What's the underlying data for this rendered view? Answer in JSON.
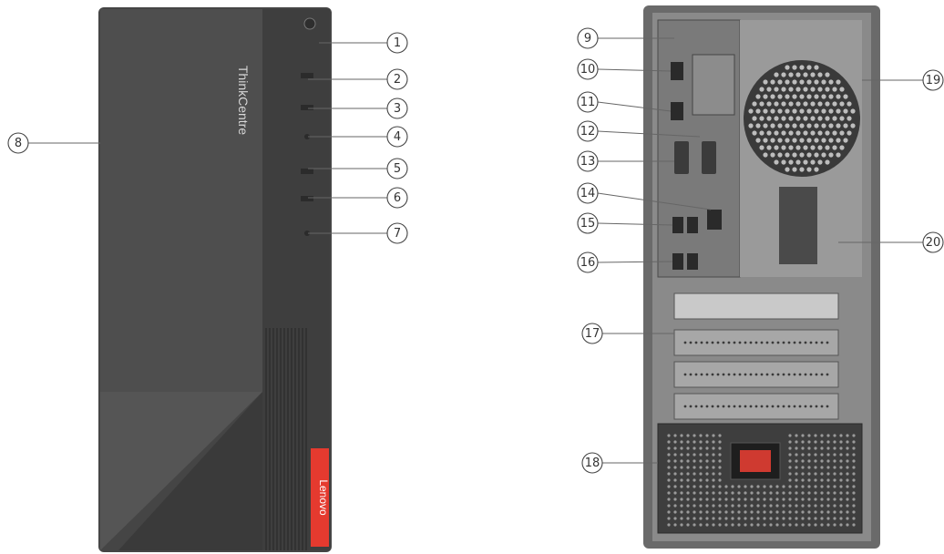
{
  "front_view": {
    "brand_text": "ThinkCentre",
    "logo_text": "Lenovo"
  },
  "callouts_front": [
    {
      "number": "1"
    },
    {
      "number": "2"
    },
    {
      "number": "3"
    },
    {
      "number": "4"
    },
    {
      "number": "5"
    },
    {
      "number": "6"
    },
    {
      "number": "7"
    },
    {
      "number": "8"
    }
  ],
  "callouts_rear": [
    {
      "number": "9"
    },
    {
      "number": "10"
    },
    {
      "number": "11"
    },
    {
      "number": "12"
    },
    {
      "number": "13"
    },
    {
      "number": "14"
    },
    {
      "number": "15"
    },
    {
      "number": "16"
    },
    {
      "number": "17"
    },
    {
      "number": "18"
    },
    {
      "number": "19"
    },
    {
      "number": "20"
    }
  ],
  "colors": {
    "front_panel": "#454545",
    "rear_panel": "#6a6a6a",
    "callout_stroke": "#444444"
  }
}
